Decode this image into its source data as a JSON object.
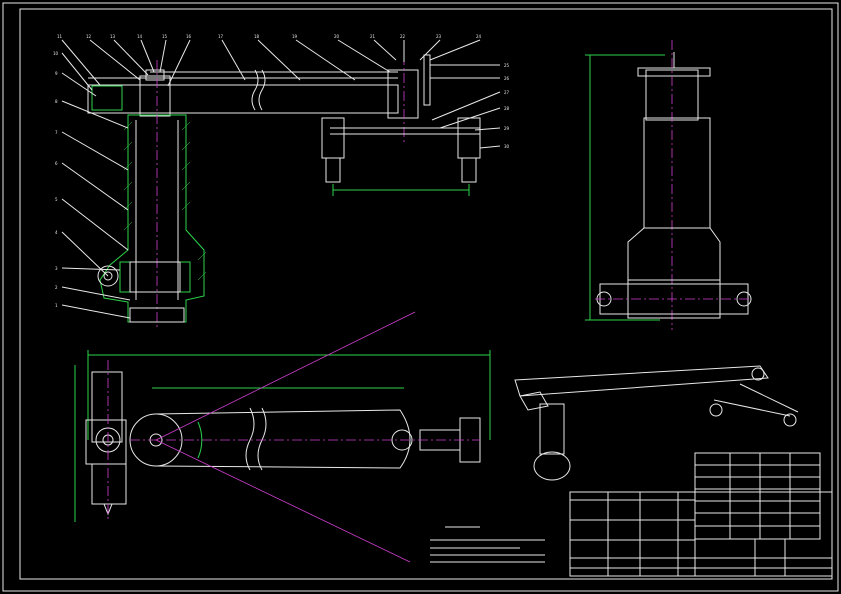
{
  "balloons_left": [
    "10",
    "9",
    "8",
    "7",
    "6",
    "5",
    "4",
    "3",
    "2",
    "1"
  ],
  "balloons_top": [
    "11",
    "12",
    "13",
    "14",
    "15",
    "16",
    "17",
    "18",
    "19",
    "20",
    "21",
    "22",
    "23",
    "24"
  ],
  "balloons_right": [
    "25",
    "26",
    "27",
    "28",
    "29",
    "30"
  ],
  "colors": {
    "background": "#000000",
    "outline": "#e8e8e8",
    "section": "#2bd34a",
    "centerline": "#d040d0"
  }
}
